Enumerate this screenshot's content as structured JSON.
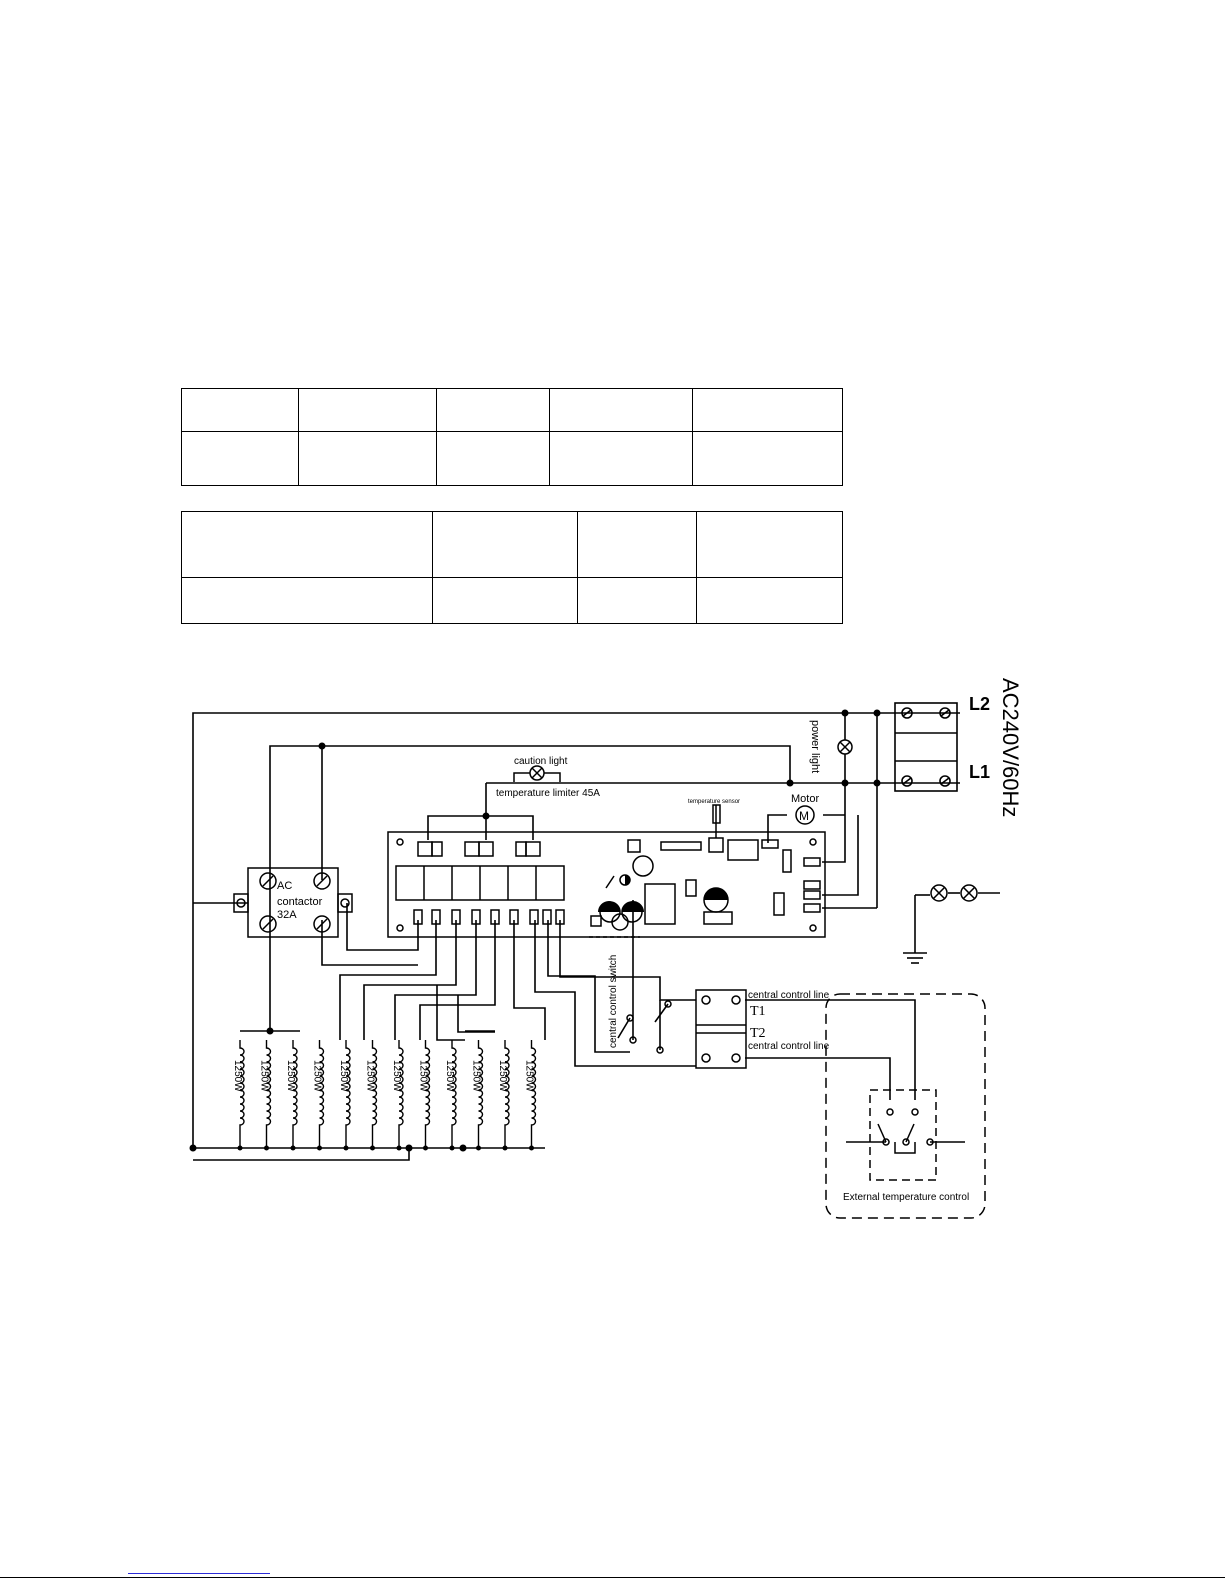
{
  "tables": {
    "table_1": {
      "rows": [
        [
          "",
          "",
          "",
          "",
          ""
        ],
        [
          "",
          "",
          "",
          "",
          ""
        ]
      ]
    },
    "table_2": {
      "rows": [
        [
          "",
          "",
          "",
          ""
        ],
        [
          "",
          "",
          "",
          ""
        ]
      ]
    }
  },
  "diagram": {
    "supply_voltage": "AC240V/60Hz",
    "terminal_l2": "L2",
    "terminal_l1": "L1",
    "power_light": "power light",
    "caution_light": "caution light",
    "temperature_limiter": "temperature limiter 45A",
    "temperature_sensor": "temperature sensor",
    "motor_label": "Motor",
    "motor_symbol": "M",
    "contactor_ac": "AC",
    "contactor_name": "contactor",
    "contactor_rating": "32A",
    "central_control_switch": "central control switch",
    "central_control_line_1": "central control line",
    "central_control_line_2": "central control line",
    "terminal_t1": "T1",
    "terminal_t2": "T2",
    "external_temperature_control": "External temperature control",
    "heater_rating": "1250W",
    "heater_count": 12,
    "line_color": "#000000",
    "link_color": "#2b2bd8"
  }
}
